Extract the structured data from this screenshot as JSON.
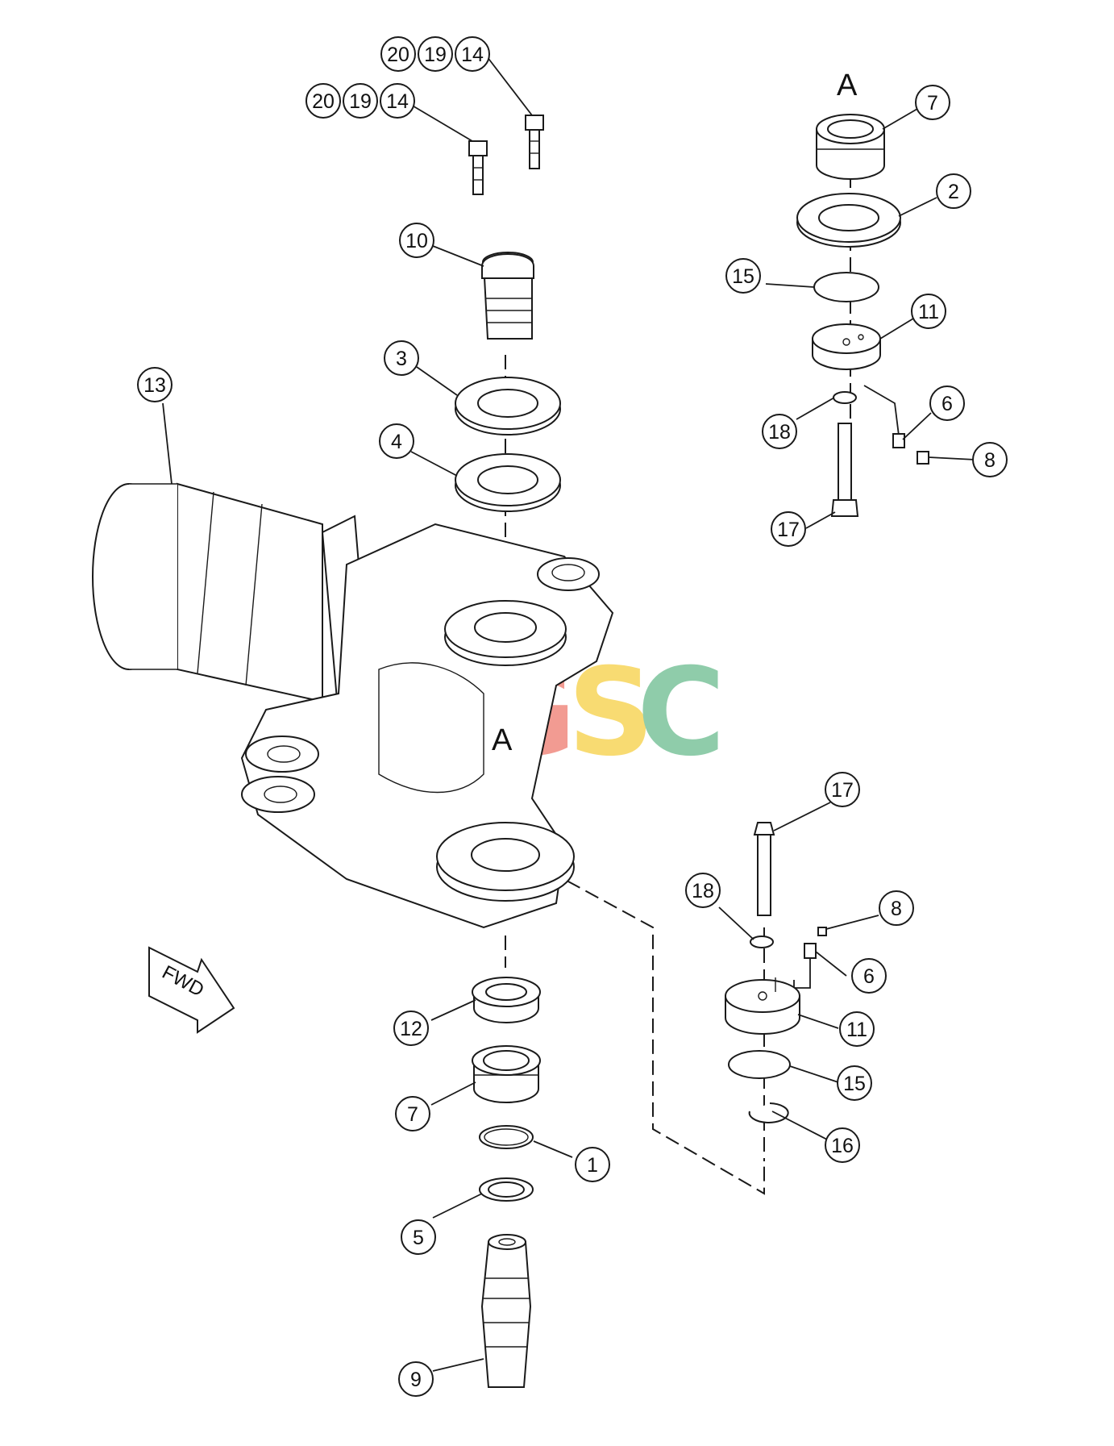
{
  "diagram": {
    "reference_marks": {
      "top": "A",
      "center": "A"
    },
    "direction_arrow": {
      "label": "FWD",
      "icon": "arrow-icon"
    },
    "watermark": {
      "letters": [
        "C",
        "G",
        "S",
        "C"
      ],
      "colors": [
        "#4f8ef0",
        "#f08a80",
        "#f7d55a",
        "#7cc49c"
      ]
    },
    "callouts": {
      "bolt_group_upper": [
        "20",
        "19",
        "14"
      ],
      "bolt_group_lower": [
        "20",
        "19",
        "14"
      ],
      "pin_upper": "10",
      "washer_upper": "3",
      "shim_upper": "4",
      "housing": "13",
      "bearing_top": "7",
      "seal_top": "2",
      "oring_top": "15",
      "cap_top": "11",
      "washer_top": "18",
      "fitting_top": "6",
      "plug_top": "8",
      "bolt_top": "17",
      "bolt_bottom": "17",
      "washer_bottom": "18",
      "plug_bottom": "8",
      "fitting_bottom": "6",
      "cap_bottom": "11",
      "oring_bottom": "15",
      "ring_bottom": "16",
      "spacer_lower": "12",
      "bearing_lower": "7",
      "snap_ring": "1",
      "shim_lower": "5",
      "pin_lower": "9"
    }
  }
}
